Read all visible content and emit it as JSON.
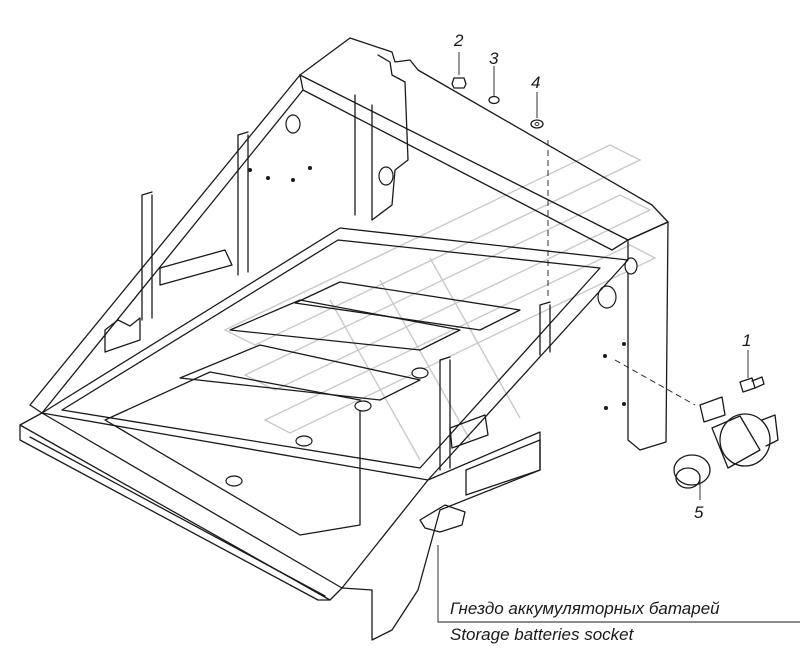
{
  "callouts": [
    {
      "id": "1",
      "label": "1"
    },
    {
      "id": "2",
      "label": "2"
    },
    {
      "id": "3",
      "label": "3"
    },
    {
      "id": "4",
      "label": "4"
    },
    {
      "id": "5",
      "label": "5"
    }
  ],
  "caption": {
    "ru": "Гнездо аккумуляторных батарей",
    "en": "Storage batteries socket"
  },
  "colors": {
    "line": "#1a1a1a",
    "background": "#ffffff",
    "watermark": "#c9c9c9"
  }
}
